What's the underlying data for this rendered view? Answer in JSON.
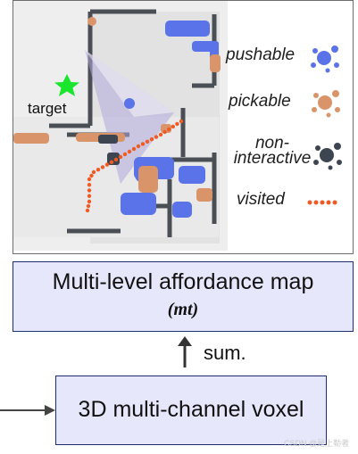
{
  "map": {
    "target_label": "target",
    "colors": {
      "pushable": "#5b73e8",
      "pickable": "#d9946a",
      "non_interactive": "#3d4550",
      "visited": "#f05a24",
      "target_star": "#19e62c",
      "view_cone": "#b0a8d8"
    }
  },
  "legend": {
    "items": [
      {
        "label": "pushable",
        "icon": "blue-splat-icon"
      },
      {
        "label": "pickable",
        "icon": "orange-splat-icon"
      },
      {
        "label": "non-interactive",
        "icon": "dark-splat-icon"
      },
      {
        "label": "visited",
        "icon": "red-dots-icon"
      }
    ]
  },
  "afford_box": {
    "title": "Multi-level affordance map",
    "symbol": "(mt)"
  },
  "arrow_label": "sum.",
  "voxel_box": {
    "title": "3D multi-channel voxel"
  },
  "watermark": "CSDN @是上勒者"
}
